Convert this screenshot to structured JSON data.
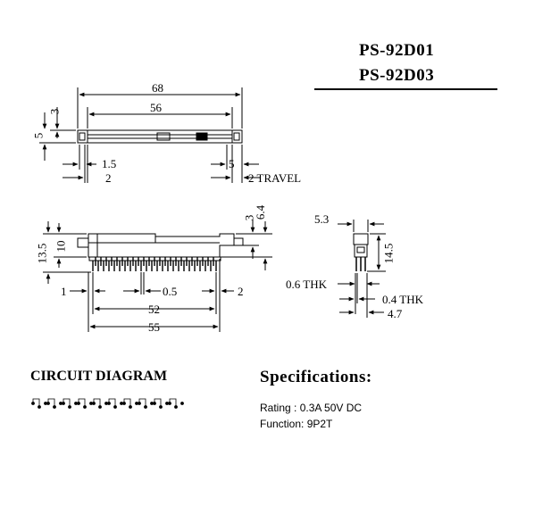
{
  "title": {
    "line1": "PS-92D01",
    "line2": "PS-92D03"
  },
  "top_view": {
    "dim_68": "68",
    "dim_56": "56",
    "dim_3": "3",
    "dim_5_left": "5",
    "dim_1_5": "1.5",
    "dim_2_left": "2",
    "dim_5_right": "5",
    "dim_2_travel": "2  TRAVEL"
  },
  "front_view": {
    "dim_3": "3",
    "dim_6_4": "6.4",
    "dim_13_5": "13.5",
    "dim_10": "10",
    "dim_1": "1",
    "dim_0_5": "0.5",
    "dim_2": "2",
    "dim_52": "52",
    "dim_55": "55"
  },
  "side_view": {
    "dim_5_3": "5.3",
    "dim_14_5": "14.5",
    "dim_0_6_thk": "0.6  THK",
    "dim_0_4_thk": "0.4  THK",
    "dim_4_7": "4.7"
  },
  "circuit": {
    "heading": "CIRCUIT DIAGRAM"
  },
  "specifications": {
    "heading": "Specifications:",
    "rating": "Rating : 0.3A 50V DC",
    "function": "Function: 9P2T"
  }
}
